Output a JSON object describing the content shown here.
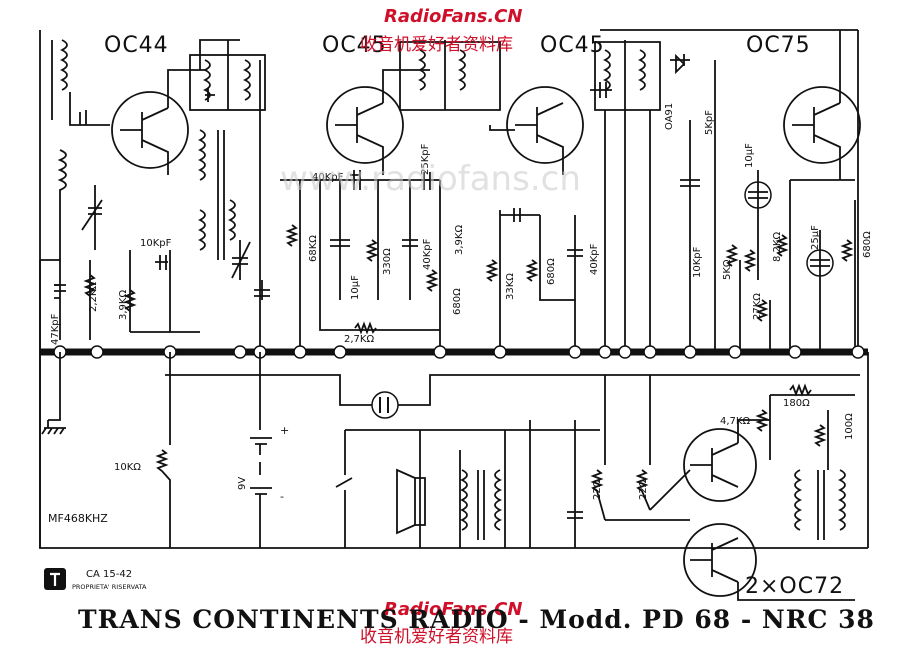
{
  "watermark": {
    "site": "RadioFans.CN",
    "chinese": "收音机爱好者资料库",
    "faint": "www.radiofans.cn"
  },
  "transistors": {
    "t1": "OC44",
    "t2": "OC45",
    "t3": "OC45",
    "t4": "OC75",
    "output_pair": "2×OC72"
  },
  "components": {
    "c_47k": "47KpF",
    "r_2k2": "2,2KΩ",
    "r_3k9a": "3,9KΩ",
    "c_10k_a": "10KpF",
    "r_68k": "68KΩ",
    "c_40k_a": "40KpF",
    "c_25k": "25KpF",
    "c_10u_a": "10μF",
    "r_330": "330Ω",
    "c_40k_b": "40KpF",
    "r_3k9b": "3,9KΩ",
    "r_680a": "680Ω",
    "r_33k": "33KΩ",
    "r_680b": "680Ω",
    "c_40k_c": "40KpF",
    "diode": "OA91",
    "c_5k": "5KpF",
    "c_10u_b": "10μF",
    "c_10k_b": "10KpF",
    "r_5k": "5KΩ",
    "r_8k2": "8,2KΩ",
    "c_25u": "25μF",
    "r_680c": "680Ω",
    "r_27k": "27KΩ",
    "r_2k7": "2,7KΩ",
    "r_10k": "10KΩ",
    "battery": "9V",
    "bat_plus": "+",
    "bat_minus": "-",
    "r_4k7": "4,7KΩ",
    "r_180": "180Ω",
    "r_100": "100Ω",
    "r_22a": "22Ω",
    "r_22b": "22Ω"
  },
  "labels": {
    "if_freq": "MF468KHZ"
  },
  "logo": {
    "code": "CA 15-42",
    "rights": "PROPRIETA' RISERVATA"
  },
  "footer": {
    "title": "TRANS CONTINENTS RADIO - Modd. PD 68 - NRC 38"
  }
}
